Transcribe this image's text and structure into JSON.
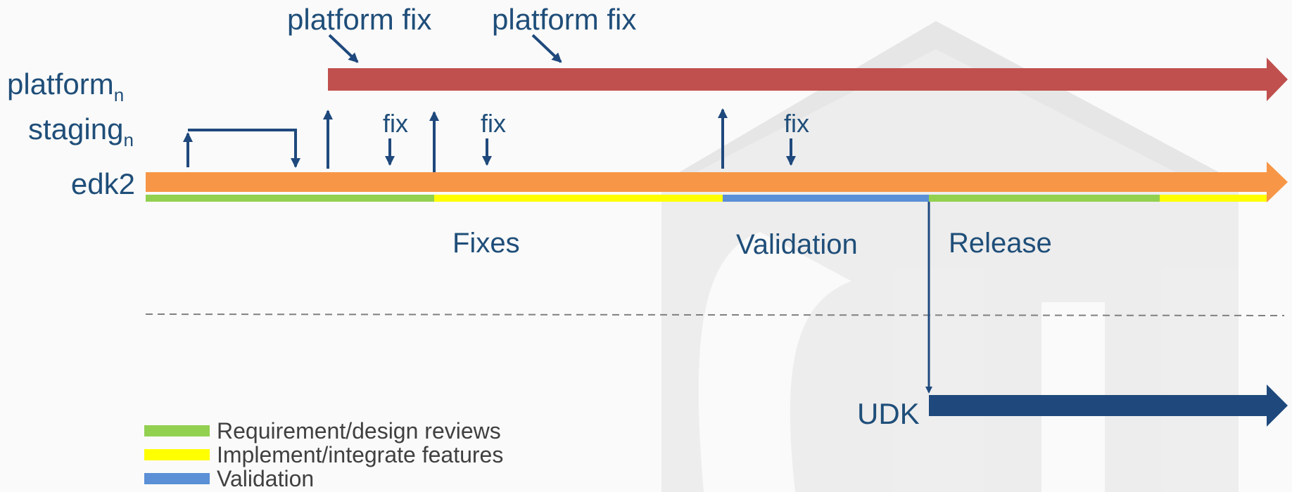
{
  "labels": {
    "platform": "platform",
    "platform_sub": "n",
    "staging": "staging",
    "staging_sub": "n",
    "edk2": "edk2",
    "udk": "UDK",
    "platform_fix_1": "platform fix",
    "platform_fix_2": "platform fix",
    "fix_1": "fix",
    "fix_2": "fix",
    "fix_3": "fix"
  },
  "phases": {
    "fixes": "Fixes",
    "validation": "Validation",
    "release": "Release"
  },
  "legend": [
    {
      "label": "Requirement/design reviews",
      "color": "#92d050"
    },
    {
      "label": "Implement/integrate features",
      "color": "#ffff00"
    },
    {
      "label": "Validation",
      "color": "#5b8fd6"
    }
  ],
  "colors": {
    "platform_bar": "#c0504d",
    "edk2_bar": "#f79646",
    "udk_bar": "#1f497d",
    "arrow": "#1f497d",
    "text": "#1f4e79",
    "requirement": "#92d050",
    "implement": "#ffff00",
    "validation": "#5b8fd6",
    "dashed_line": "#808080"
  }
}
